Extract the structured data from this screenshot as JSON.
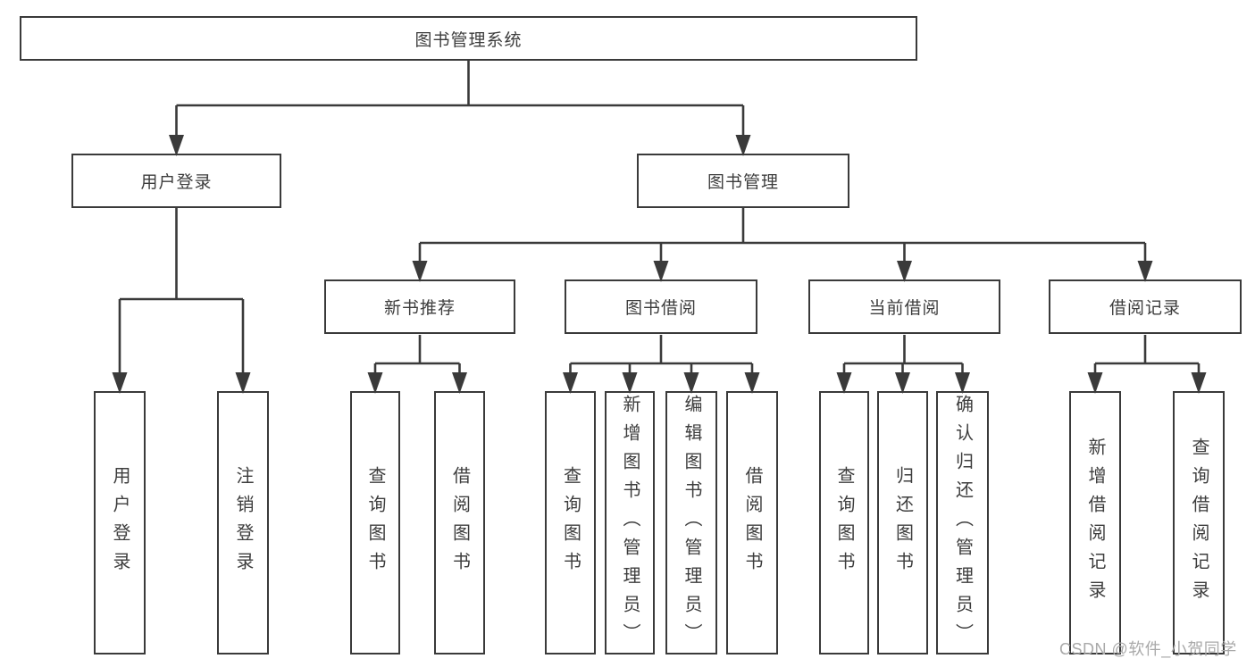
{
  "colors": {
    "line": "#3a3a3a",
    "text": "#3d3d3d",
    "bg": "#ffffff",
    "watermark": "#a9a9a9"
  },
  "watermark": "CSDN @软件_小贺同学",
  "tree": {
    "label": "图书管理系统",
    "children": [
      {
        "label": "用户登录",
        "children": [
          {
            "label": "用户登录"
          },
          {
            "label": "注销登录"
          }
        ]
      },
      {
        "label": "图书管理",
        "children": [
          {
            "label": "新书推荐",
            "children": [
              {
                "label": "查询图书"
              },
              {
                "label": "借阅图书"
              }
            ]
          },
          {
            "label": "图书借阅",
            "children": [
              {
                "label": "查询图书"
              },
              {
                "label": "新增图书（管理员）"
              },
              {
                "label": "编辑图书（管理员）"
              },
              {
                "label": "借阅图书"
              }
            ]
          },
          {
            "label": "当前借阅",
            "children": [
              {
                "label": "查询图书"
              },
              {
                "label": "归还图书"
              },
              {
                "label": "确认归还（管理员）"
              }
            ]
          },
          {
            "label": "借阅记录",
            "children": [
              {
                "label": "新增借阅记录"
              },
              {
                "label": "查询借阅记录"
              }
            ]
          }
        ]
      }
    ]
  }
}
